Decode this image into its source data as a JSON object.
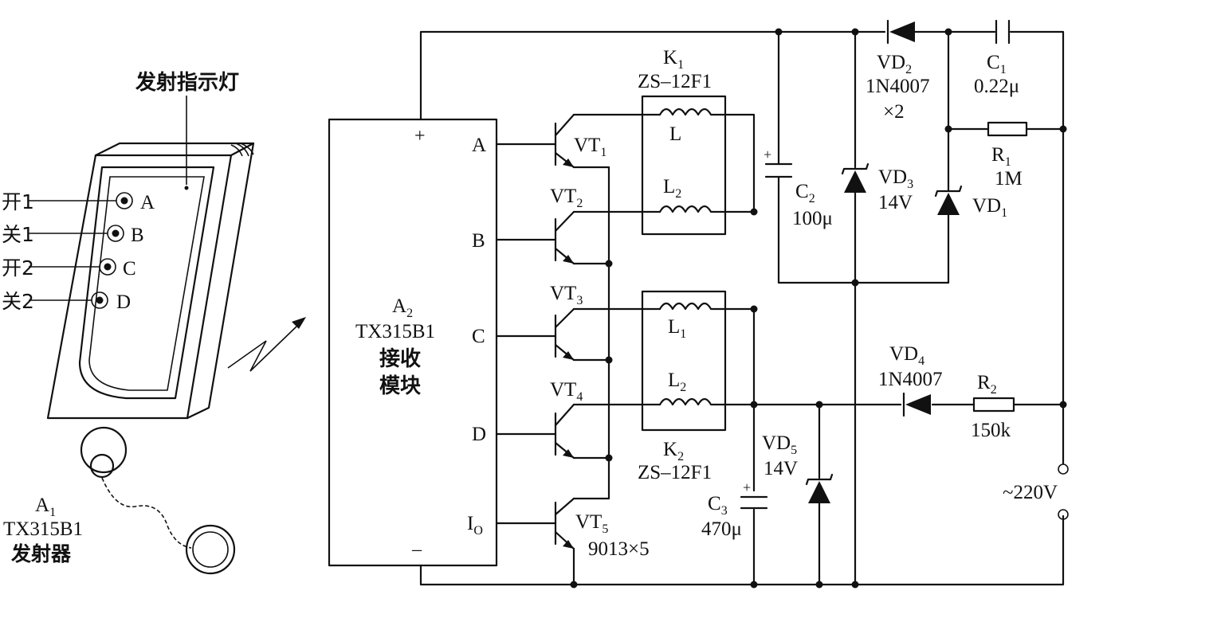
{
  "colors": {
    "ink": "#111111",
    "paper": "#ffffff"
  },
  "remote": {
    "indicator_label": "发射指示灯",
    "buttons": [
      {
        "key": "A",
        "label": "开1"
      },
      {
        "key": "B",
        "label": "关1"
      },
      {
        "key": "C",
        "label": "开2"
      },
      {
        "key": "D",
        "label": "关2"
      }
    ],
    "designator": "A",
    "designator_sub": "1",
    "model": "TX315B1",
    "name": "发射器"
  },
  "receiver": {
    "designator": "A",
    "designator_sub": "2",
    "model": "TX315B1",
    "name_line1": "接收",
    "name_line2": "模块",
    "plus": "+",
    "minus": "–",
    "pins": [
      "A",
      "B",
      "C",
      "D"
    ],
    "pin_io": "I",
    "pin_io_sub": "O"
  },
  "transistors": {
    "prefix": "VT",
    "subs": [
      "1",
      "2",
      "3",
      "4",
      "5"
    ],
    "note": "9013×5"
  },
  "relays": {
    "k1": {
      "designator": "K",
      "sub": "1",
      "model": "ZS–12F1",
      "coil1": "L",
      "coil1_sub": "",
      "coil2": "L",
      "coil2_sub": "2"
    },
    "k2": {
      "designator": "K",
      "sub": "2",
      "model": "ZS–12F1",
      "coil1": "L",
      "coil1_sub": "1",
      "coil2": "L",
      "coil2_sub": "2"
    }
  },
  "components": {
    "vd2": {
      "designator": "VD",
      "sub": "2",
      "value": "1N4007",
      "count": "×2"
    },
    "c1": {
      "designator": "C",
      "sub": "1",
      "value": "0.22μ"
    },
    "r1": {
      "designator": "R",
      "sub": "1",
      "value": "1M"
    },
    "vd1": {
      "designator": "VD",
      "sub": "1"
    },
    "vd3": {
      "designator": "VD",
      "sub": "3",
      "value": "14V"
    },
    "c2": {
      "designator": "C",
      "sub": "2",
      "value": "100μ",
      "polarity": "+"
    },
    "vd4": {
      "designator": "VD",
      "sub": "4",
      "value": "1N4007"
    },
    "r2": {
      "designator": "R",
      "sub": "2",
      "value": "150k"
    },
    "vd5": {
      "designator": "VD",
      "sub": "5",
      "value": "14V"
    },
    "c3": {
      "designator": "C",
      "sub": "3",
      "value": "470μ",
      "polarity": "+"
    }
  },
  "supply": {
    "label": "~220V"
  }
}
